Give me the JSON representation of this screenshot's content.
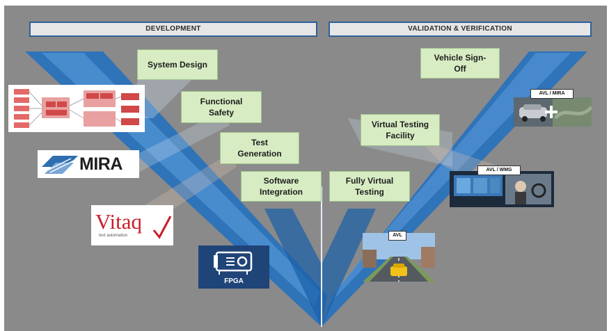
{
  "phases": {
    "development": "DEVELOPMENT",
    "validation": "VALIDATION & VERIFICATION"
  },
  "left_steps": [
    "System Design",
    "Functional\nSafety",
    "Test\nGeneration",
    "Software\nIntegration"
  ],
  "right_steps": [
    "Fully Virtual\nTesting",
    "Virtual Testing\nFacility",
    "Vehicle Sign-\nOff"
  ],
  "logos": {
    "mira": "MIRA",
    "vitaq": "Vitaq",
    "vitaq_sub": "test automation",
    "fpga": "FPGA"
  },
  "tags": [
    "AVL",
    "AVL / WMG",
    "AVL / MIRA"
  ],
  "colors": {
    "background": "#8a8a8a",
    "v_blue": "#1f6fc0",
    "step_fill": "#d7ecc3",
    "header_border": "#2f5f9a"
  }
}
